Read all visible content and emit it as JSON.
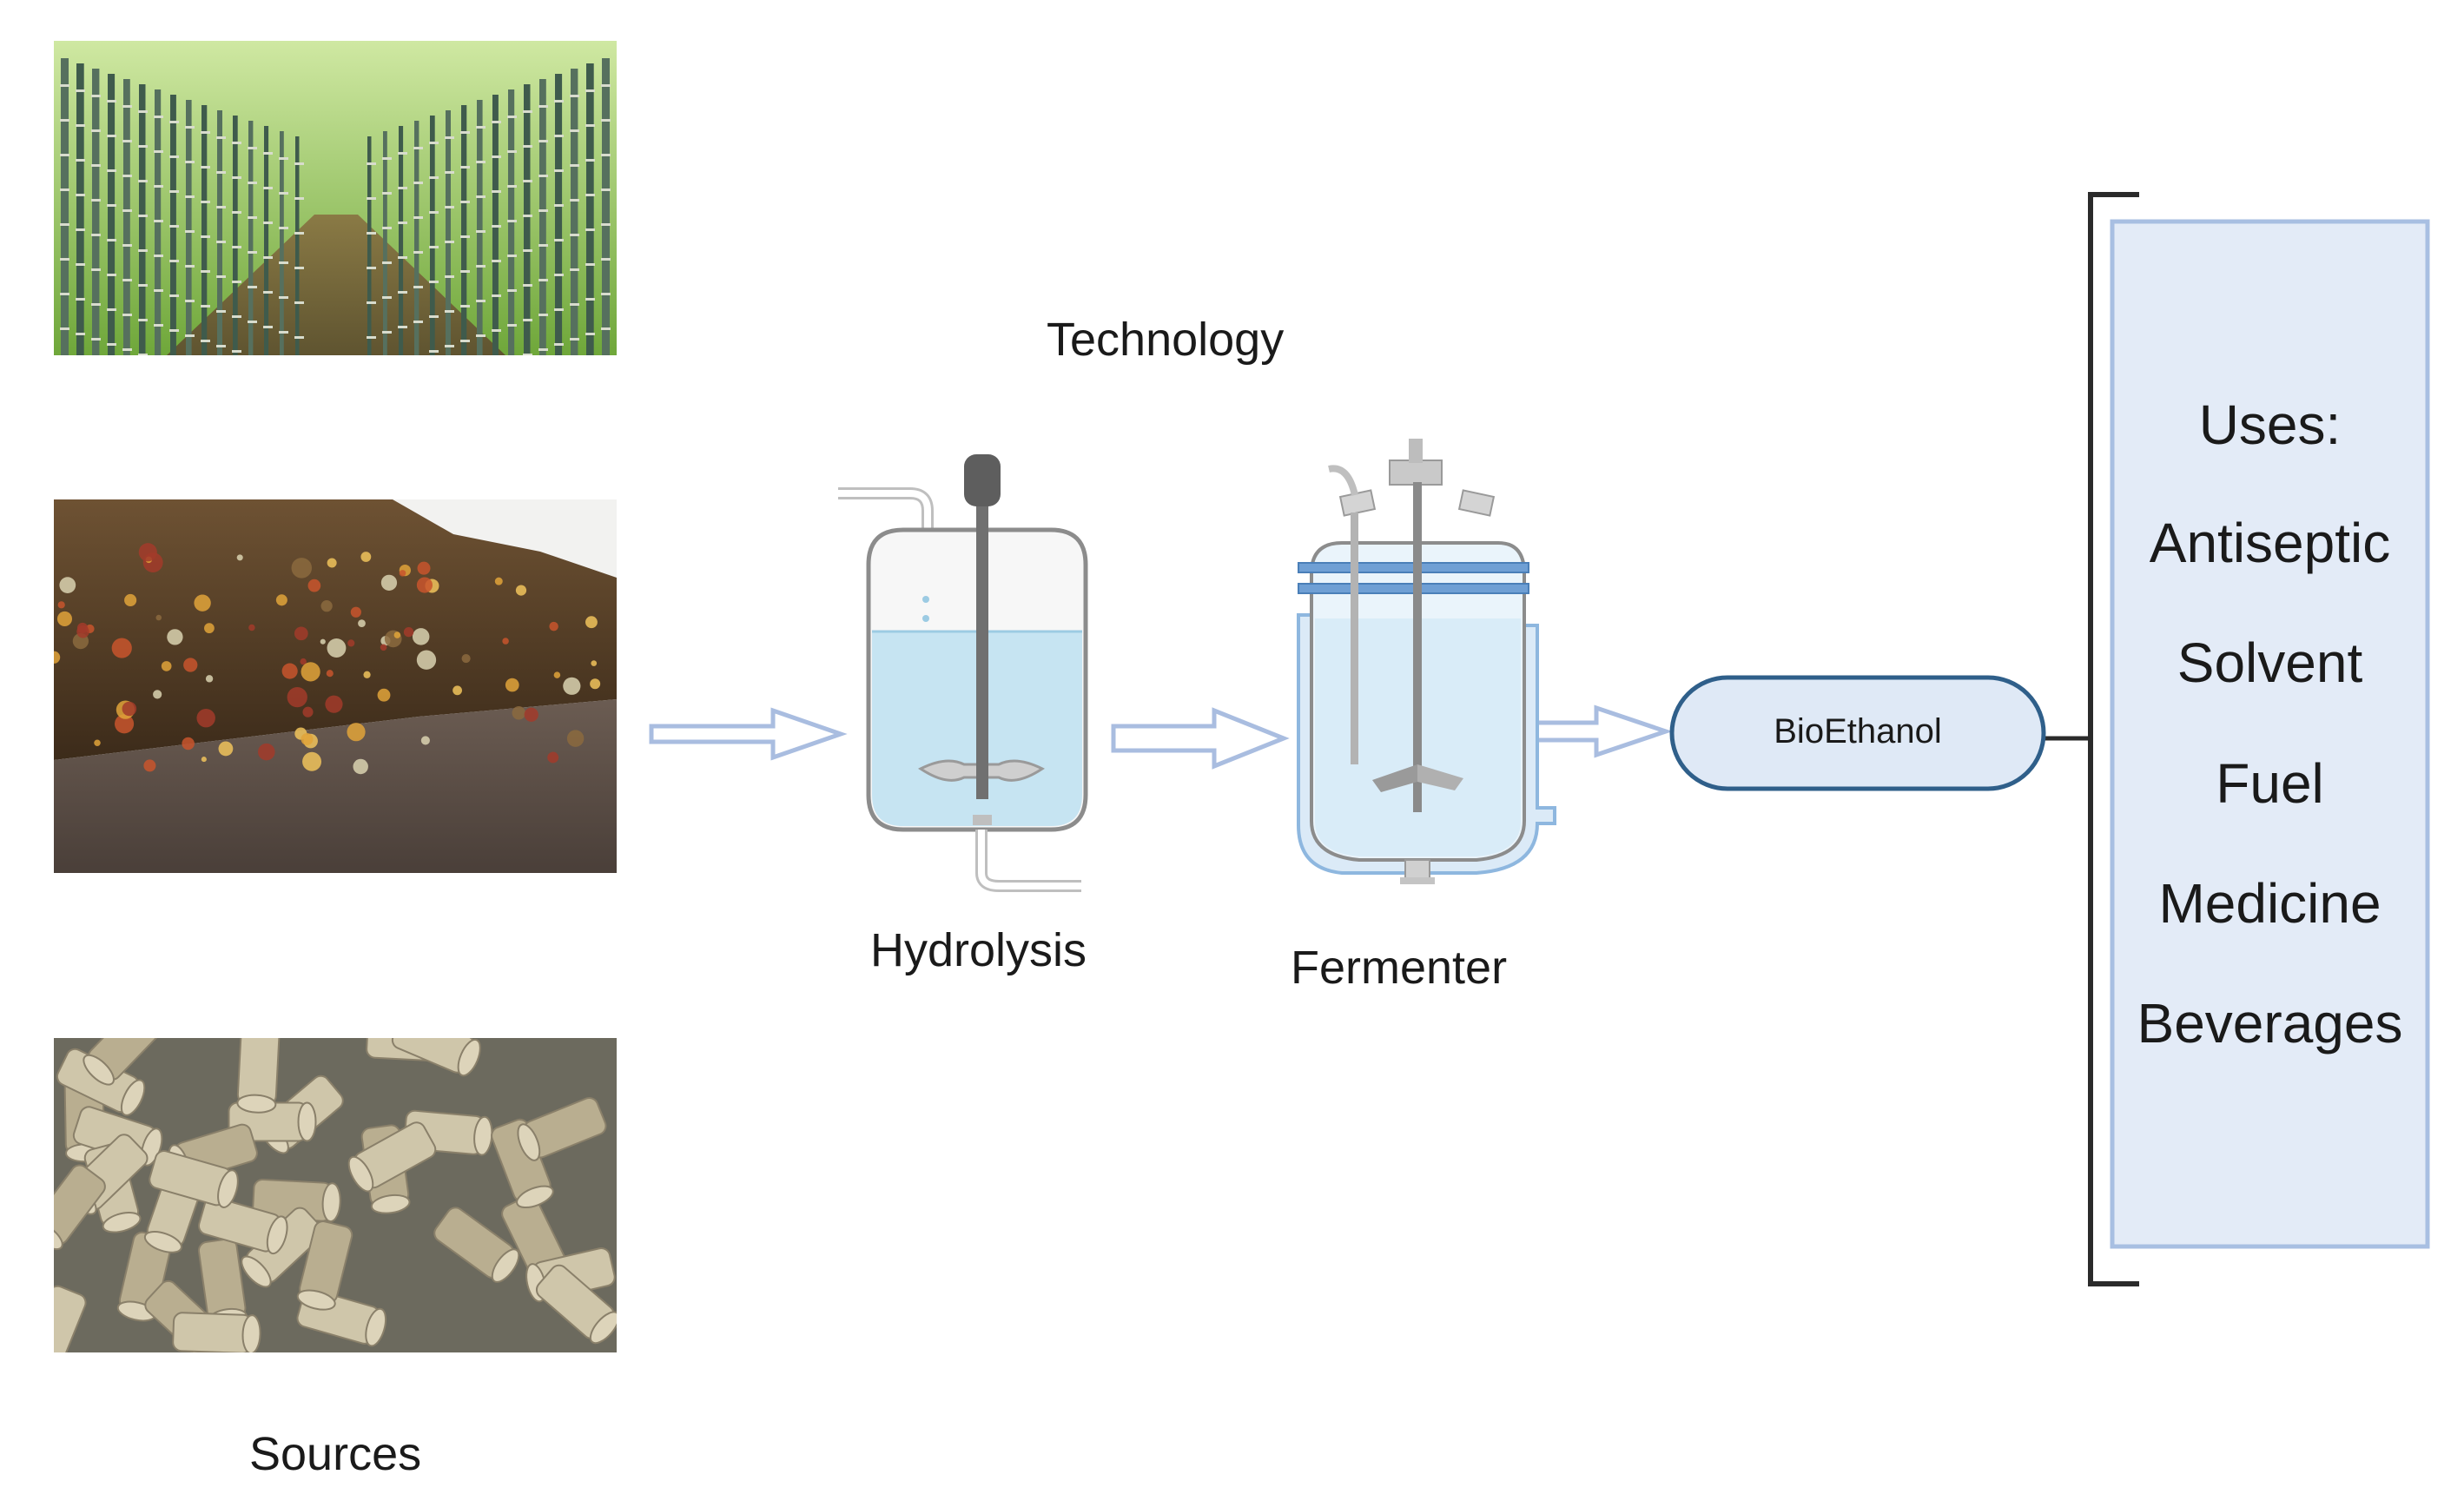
{
  "sources": {
    "label": "Sources",
    "photos": [
      {
        "subject": "sugarcane-field"
      },
      {
        "subject": "organic-waste-pile"
      },
      {
        "subject": "biomass-pellets"
      }
    ]
  },
  "technology": {
    "label": "Technology",
    "hydrolysis_label": "Hydrolysis",
    "fermenter_label": "Fermenter"
  },
  "product": {
    "label": "BioEthanol"
  },
  "uses": {
    "title": "Uses:",
    "items": [
      "Antiseptic",
      "Solvent",
      "Fuel",
      "Medicine",
      "Beverages"
    ]
  },
  "colors": {
    "arrow": "#a9bde0",
    "liquid": "#c6e4f2",
    "product_fill": "#dfe9f6",
    "product_border": "#2f5f8a",
    "uses_fill": "#e3ebf7",
    "uses_border": "#a8bfe2",
    "vessel_outline": "#8c8c8c",
    "bracket": "#2b2b2b"
  }
}
